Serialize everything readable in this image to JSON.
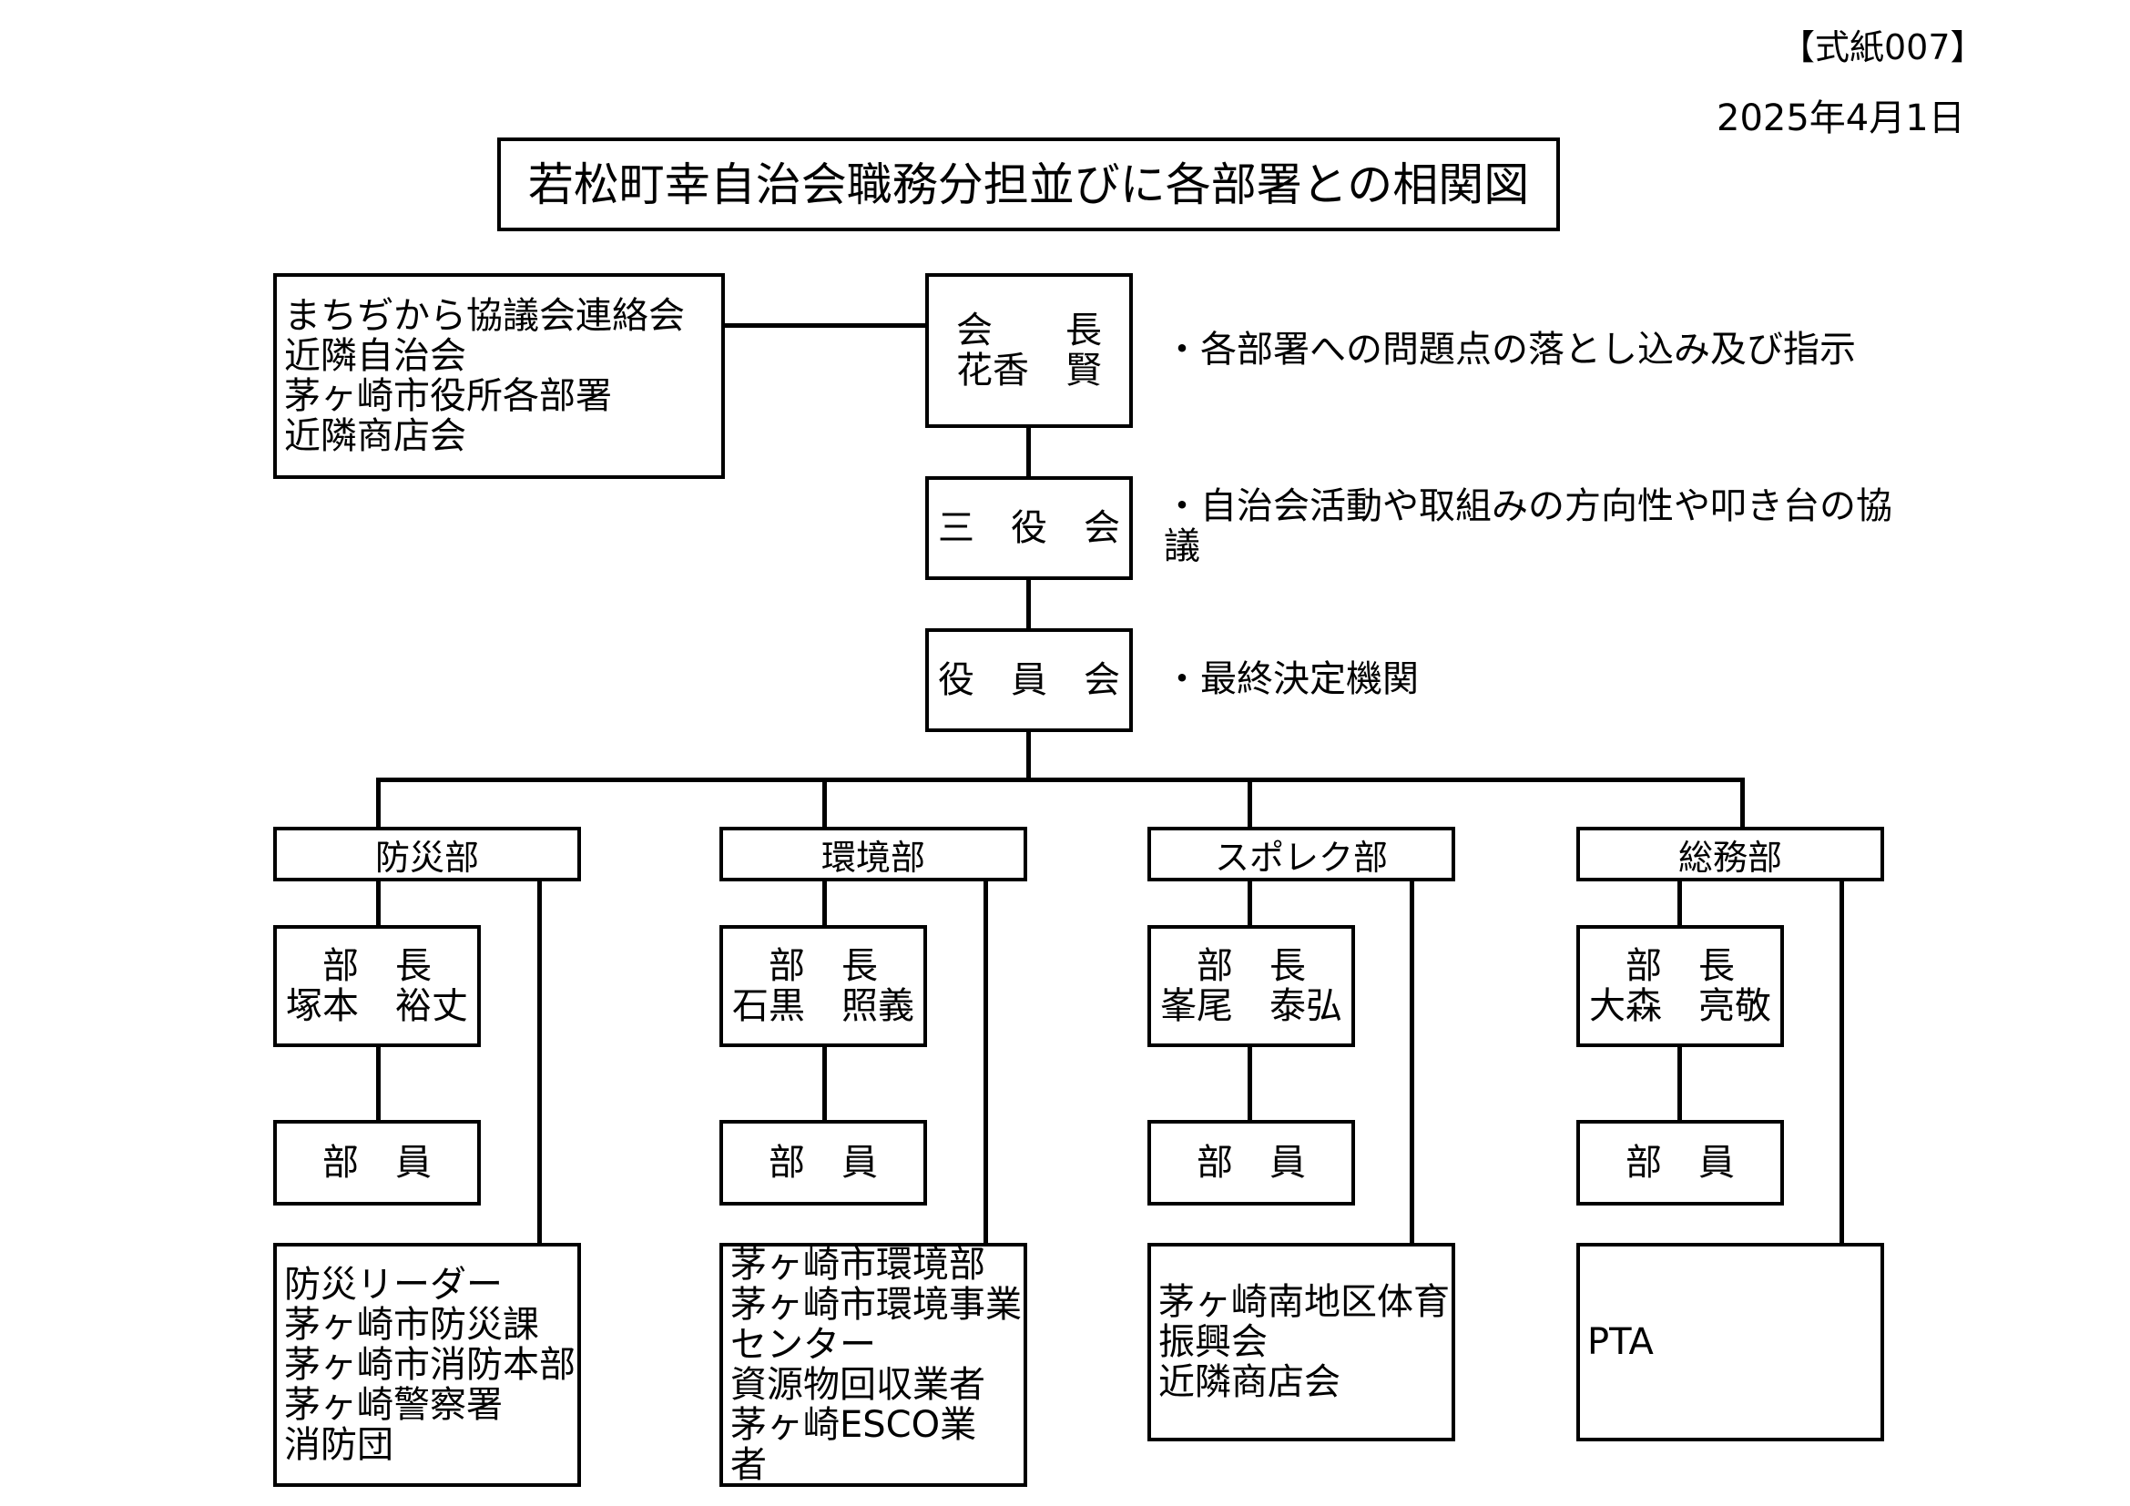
{
  "form_code": "【式紙007】",
  "date": "2025年4月1日",
  "title": "若松町幸自治会職務分担並びに各部署との相関図",
  "liaison": {
    "lines": [
      "まちぢから協議会連絡会",
      "近隣自治会",
      "茅ヶ崎市役所各部署",
      "近隣商店会"
    ]
  },
  "chairman": {
    "role": "会　　長",
    "name": "花香　賢"
  },
  "chairman_note": "・各部署への問題点の落とし込み及び指示",
  "sanyakukai": {
    "label": "三　役　会"
  },
  "sanyakukai_note_line1": "・自治会活動や取組みの方向性や叩き台の協",
  "sanyakukai_note_line2": "議",
  "yakuinkai": {
    "label": "役　員　会"
  },
  "yakuinkai_note": "・最終決定機関",
  "departments": [
    {
      "name": "防災部",
      "head_role": "部　長",
      "head_name": "塚本　裕丈",
      "members": "部　員",
      "partners": [
        "防災リーダー",
        "茅ヶ崎市防災課",
        "茅ヶ崎市消防本部",
        "茅ヶ崎警察署",
        "消防団"
      ]
    },
    {
      "name": "環境部",
      "head_role": "部　長",
      "head_name": "石黒　照義",
      "members": "部　員",
      "partners": [
        "茅ヶ崎市環境部",
        "茅ヶ崎市環境事業",
        "センター",
        "資源物回収業者",
        "茅ヶ崎ESCO業",
        "者"
      ]
    },
    {
      "name": "スポレク部",
      "head_role": "部　長",
      "head_name": "峯尾　泰弘",
      "members": "部　員",
      "partners": [
        "茅ヶ崎南地区体育",
        "振興会",
        "近隣商店会"
      ]
    },
    {
      "name": "総務部",
      "head_role": "部　長",
      "head_name": "大森　亮敬",
      "members": "部　員",
      "partners": [
        "PTA"
      ]
    }
  ]
}
